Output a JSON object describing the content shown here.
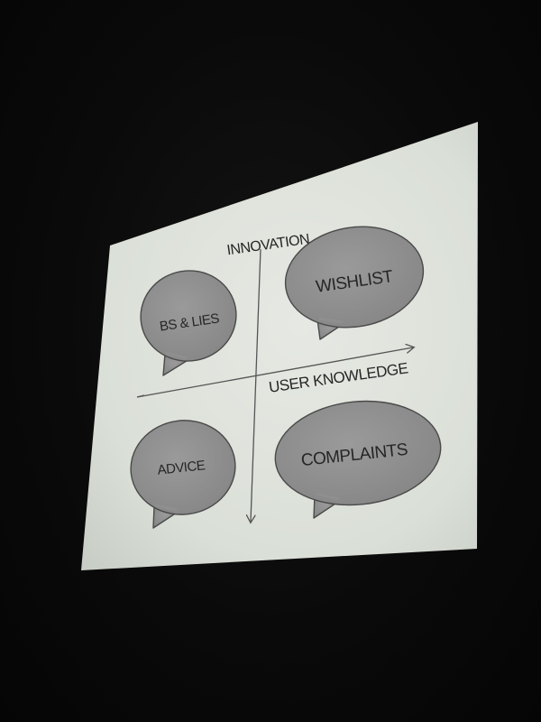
{
  "slide": {
    "axis_vertical_label": "INNOVATION",
    "axis_horizontal_label": "USER KNOWLEDGE",
    "quadrants": {
      "top_left": "BS & LIES",
      "top_right": "WISHLIST",
      "bottom_left": "ADVICE",
      "bottom_right": "COMPLAINTS"
    }
  },
  "colors": {
    "room": "#0a0a0a",
    "screen": "#dfe3dc",
    "bubble_fill": "#8f8f8f",
    "bubble_stroke": "#4a4a4a",
    "text": "#262626"
  }
}
